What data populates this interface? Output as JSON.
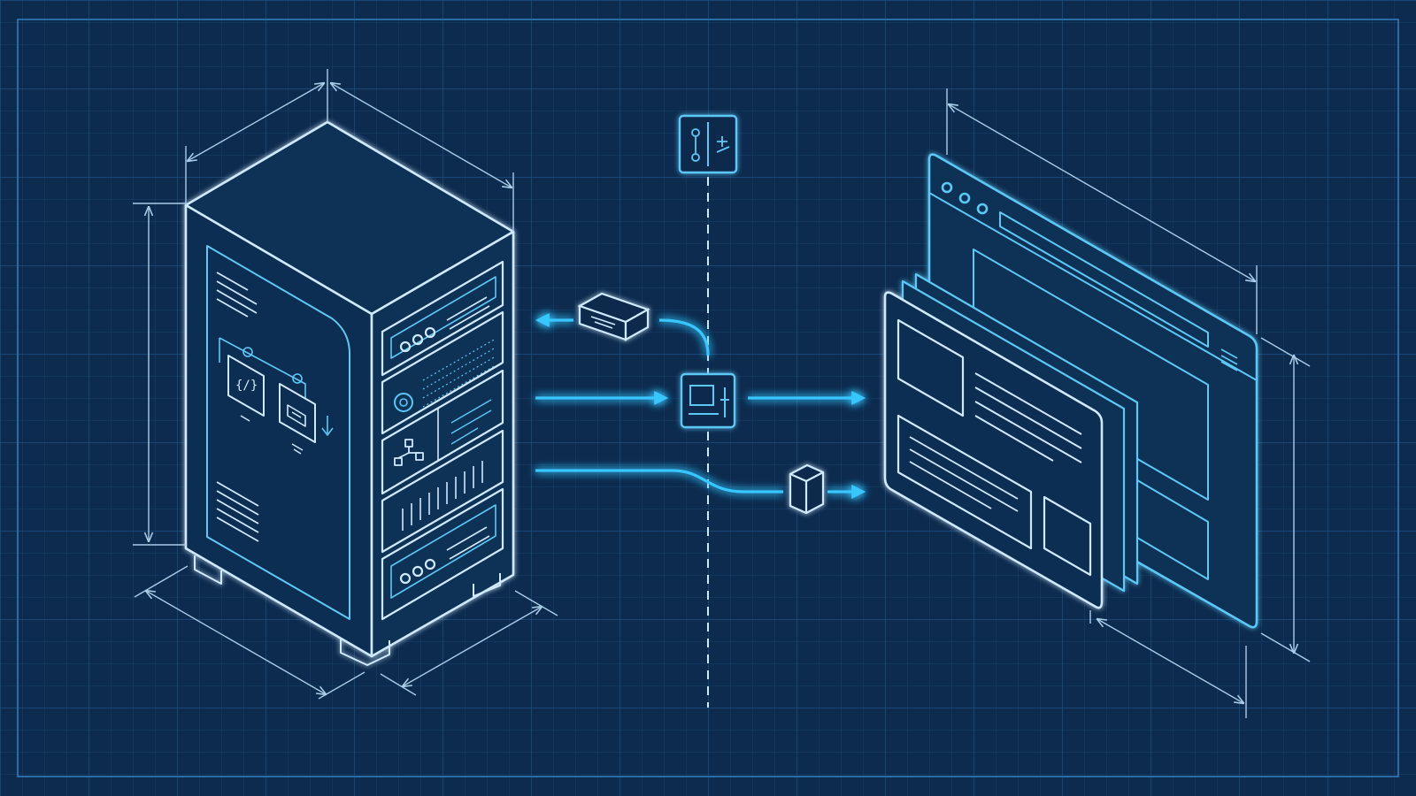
{
  "colors": {
    "background": "#0d2b4e",
    "grid_minor": "#17406a",
    "grid_major": "#1d4f80",
    "frame": "#2b6aa3",
    "line_light": "#cfe9ff",
    "line_cyan": "#5cc8f5",
    "arrow_glow": "#38c6ff",
    "dimension": "#a9cde8"
  },
  "icons": {
    "server": "server-rack-icon",
    "browser": "browser-window-icon",
    "pipeline": "pipeline-node-icon",
    "gateway": "gateway-node-icon",
    "package": "data-package-icon",
    "document": "document-stack-icon",
    "gear": "gear-icon",
    "hierarchy": "hierarchy-icon"
  },
  "diagram": {
    "left_node": "server",
    "right_node": "browser",
    "connections": [
      {
        "from": "gateway",
        "to": "server",
        "direction": "left",
        "carries": "package"
      },
      {
        "from": "server",
        "to": "gateway",
        "direction": "right"
      },
      {
        "from": "gateway",
        "to": "browser",
        "direction": "right"
      },
      {
        "from": "server",
        "to": "browser",
        "direction": "right",
        "carries": "document"
      }
    ]
  }
}
